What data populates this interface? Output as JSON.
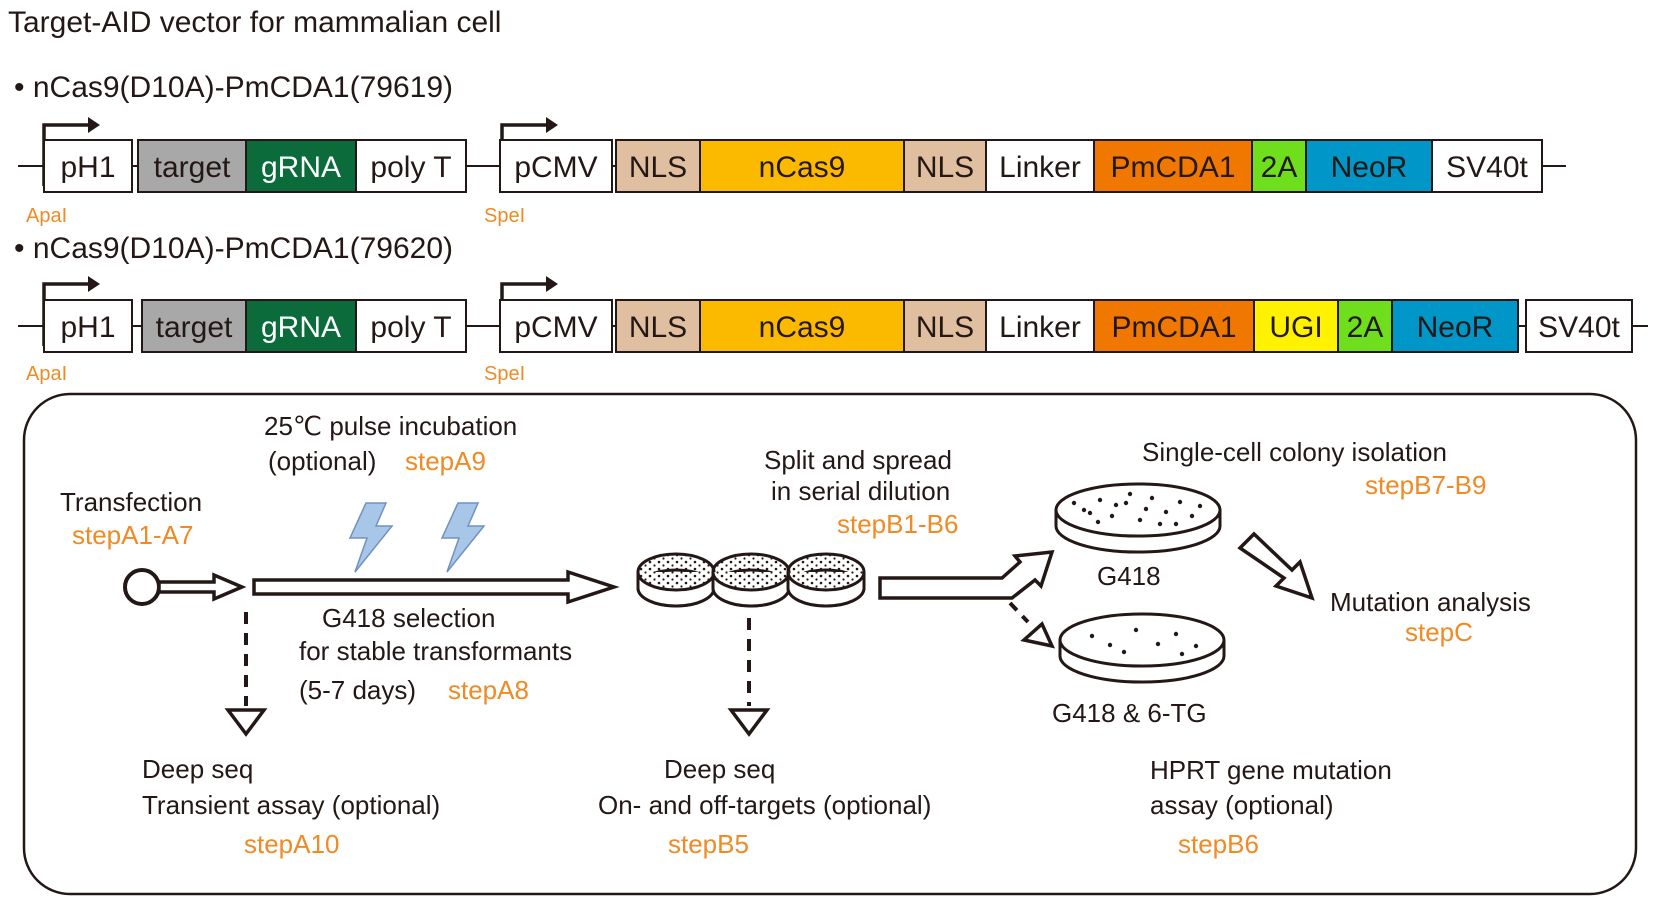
{
  "title": "Target-AID vector for mammalian cell",
  "vectors": [
    {
      "name": "• nCas9(D10A)-PmCDA1(79619)",
      "cassette1": [
        "pH1",
        "target",
        "gRNA",
        "poly T"
      ],
      "cassette2": [
        "pCMV",
        "NLS",
        "nCas9",
        "NLS",
        "Linker",
        "PmCDA1",
        "2A",
        "NeoR",
        "SV40t"
      ],
      "site1": "ApaI",
      "site2": "SpeI"
    },
    {
      "name": "• nCas9(D10A)-PmCDA1(79620)",
      "cassette1": [
        "pH1",
        "target",
        "gRNA",
        "poly T"
      ],
      "cassette2": [
        "pCMV",
        "NLS",
        "nCas9",
        "NLS",
        "Linker",
        "PmCDA1",
        "UGI",
        "2A",
        "NeoR",
        "SV40t"
      ],
      "site1": "ApaI",
      "site2": "SpeI"
    }
  ],
  "colors": {
    "target": "#a8a8a8",
    "gRNA": "#0b6b3a",
    "NLS": "#dfbf9f",
    "nCas9": "#fbb900",
    "PmCDA1": "#f07800",
    "2A": "#6fde1c",
    "NeoR": "#0096c8",
    "UGI": "#fff200",
    "white": "#ffffff",
    "accent": "#f08a24",
    "bolt": "#a8c6e8"
  },
  "workflow": {
    "transfection": "Transfection",
    "transfection_step": "stepA1-A7",
    "pulse_line1": "25℃  pulse incubation",
    "pulse_line2": "(optional)",
    "pulse_step": "stepA9",
    "g418_line1": "G418 selection",
    "g418_line2": "for stable transformants",
    "g418_line3": "(5-7 days)",
    "g418_step": "stepA8",
    "split_line1": "Split and spread",
    "split_line2": "in serial dilution",
    "split_step": "stepB1-B6",
    "single_line1": "Single-cell colony isolation",
    "single_step": "stepB7-B9",
    "plate1": "G418",
    "plate2": "G418 & 6-TG",
    "mutation": "Mutation analysis",
    "mutation_step": "stepC",
    "deep1_line1": "Deep seq",
    "deep1_line2": "Transient assay (optional)",
    "deep1_step": "stepA10",
    "deep2_line1": "Deep seq",
    "deep2_line2": "On- and off-targets (optional)",
    "deep2_step": "stepB5",
    "hprt_line1": "HPRT gene mutation",
    "hprt_line2": "assay (optional)",
    "hprt_step": "stepB6"
  }
}
